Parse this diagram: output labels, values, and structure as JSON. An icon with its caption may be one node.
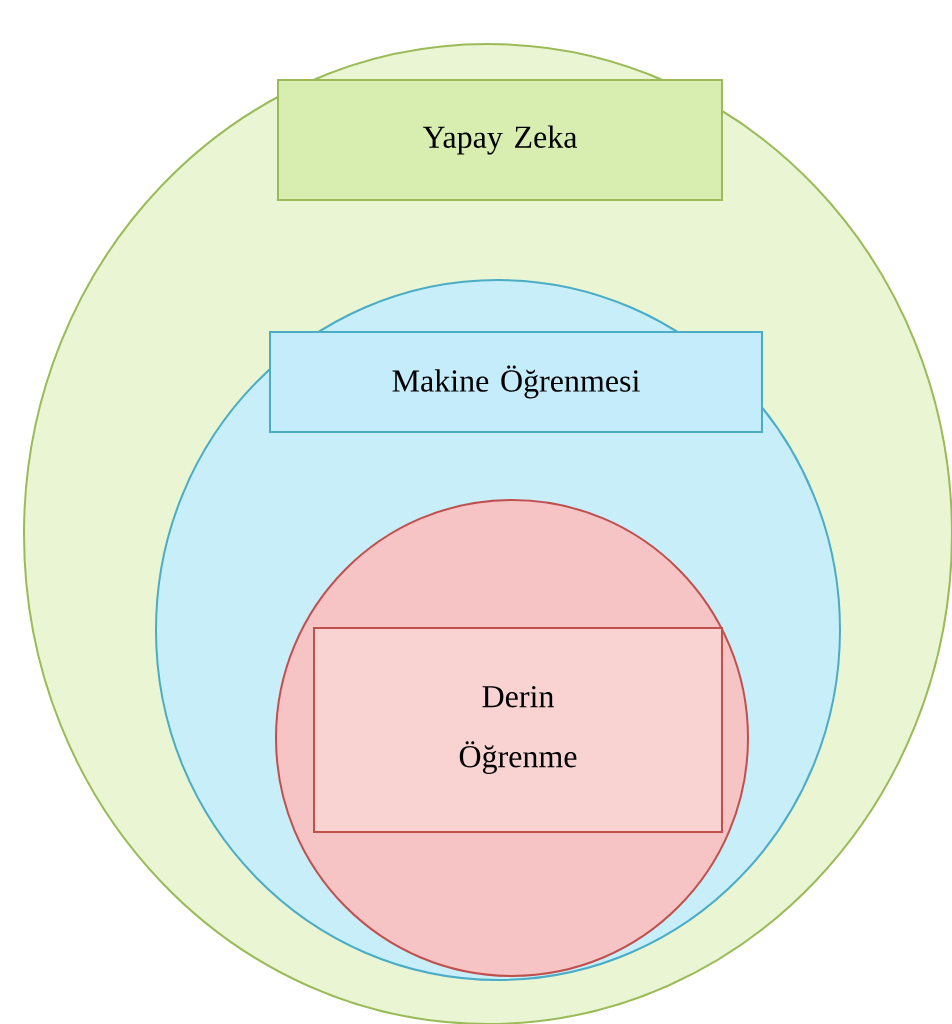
{
  "diagram": {
    "nodes": [
      {
        "text": [],
        "shape": "circle"
      },
      {
        "text": [
          "Yapay Zeka"
        ],
        "in": 0
      },
      {
        "text": [],
        "shape": "circle",
        "in": 0
      },
      {
        "text": [
          "Makine Öğrenmesi"
        ],
        "in": 2
      },
      {
        "text": [],
        "shape": "circle",
        "in": 2
      },
      {
        "text": [
          "Derin Öğrenme"
        ],
        "in": 4
      }
    ]
  }
}
